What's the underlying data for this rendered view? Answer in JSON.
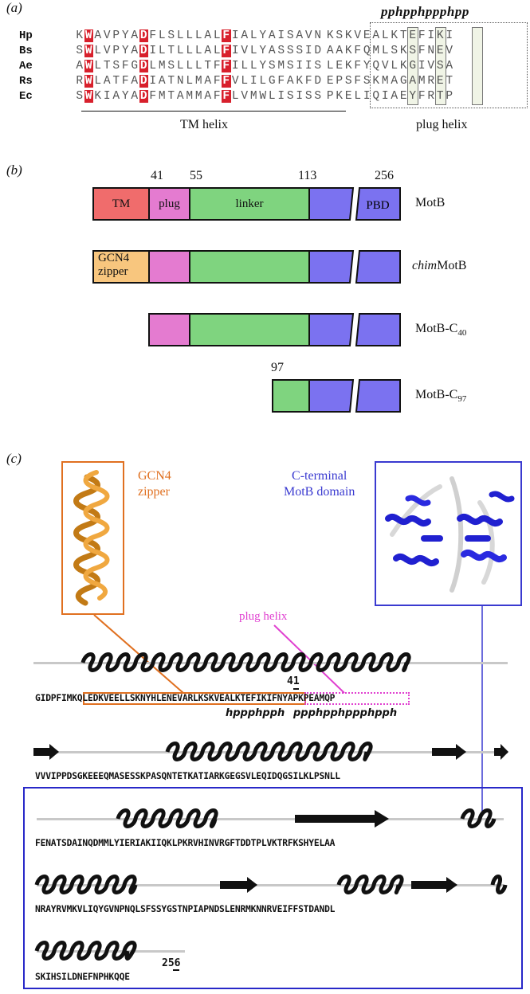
{
  "panel_a": {
    "label": "(a)",
    "pattern": "pphpphppphpp",
    "names": [
      "Hp",
      "Bs",
      "Ae",
      "Rs",
      "Ec"
    ],
    "sequences": [
      "KWAVPYADFLSLLLALFIALYAISAVNKSKVEALKTEFIKI",
      "SWLVPYADILTLLLALFIVLYASSSIDAAKFQMLSKSFNEV",
      "AWLTSFGDLMSLLLTFFILLYSMSIISLEKFYQVLKGIVSA",
      "RWLATFADIATNLMAFFVLILGFAKFDEPSFSKMAGAMRET",
      "SWKIAYADFMTAMMAFFLVMWLISISSPKELIQIAEYFRTP"
    ],
    "tm_label": "TM helix",
    "plug_label": "plug helix"
  },
  "panel_b": {
    "label": "(b)",
    "positions": [
      "41",
      "55",
      "113",
      "256"
    ],
    "pos97": "97",
    "domains": {
      "tm": "TM",
      "plug": "plug",
      "linker": "linker",
      "pbd": "PBD",
      "gcn4_l1": "GCN4",
      "gcn4_l2": "zipper"
    },
    "constructs": {
      "motb": "MotB",
      "chim_italic": "chim",
      "chim_rest": "MotB",
      "c40_base": "MotB-C",
      "c40_sub": "40",
      "c97_base": "MotB-C",
      "c97_sub": "97"
    }
  },
  "panel_c": {
    "label": "(c)",
    "gcn4_l1": "GCN4",
    "gcn4_l2": "zipper",
    "cterm_l1": "C-terminal",
    "cterm_l2": "MotB domain",
    "plug_label": "plug helix",
    "pos41": "41",
    "pos256": "256",
    "seq_lines": [
      "GIDPFIMKQLEDKVEELLSKNYHLENEVARLKSKVEALKTEFIKIFNYAPKPEAMQP",
      "VVVIPPDSGKEEEQMASESSKPASQNTETKATIARKGEGSVLEQIDQGSILKLPSNLL",
      "FENATSDAINQDMMLYIERIAKIIQKLPKRVHINVRGFTDDTPLVKTRFKSHYELAA",
      "NRAYRVMKVLIQYGVNPNQLSFSSYGSTNPIAPNDSLENRMKNNRVEIFFSTDANDL",
      "SKIHSILDNEFNPHKQQE"
    ],
    "hpattern1": "hppphpph",
    "hpattern2": "ppphpphppphpph"
  },
  "colors": {
    "tm": "#f06c6c",
    "plug": "#e47bd0",
    "linker": "#7fd47f",
    "cterm": "#7b72f0",
    "gcn4": "#f8c67e",
    "orange": "#e07020",
    "blue": "#3a3ad0",
    "magenta": "#e040d0",
    "conserved_red": "#d8202c"
  }
}
